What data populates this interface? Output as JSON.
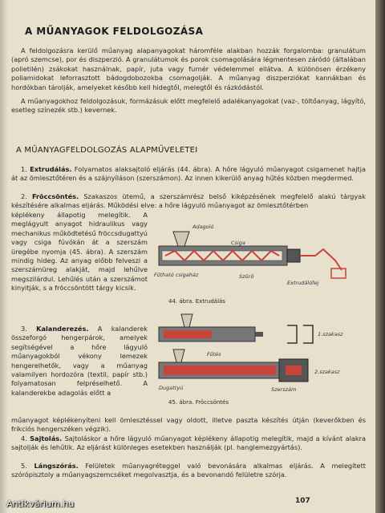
{
  "document": {
    "title": "A MŰANYAGOK FELDOLGOZÁSA",
    "intro_paragraph": "A feldolgozásra kerülő műanyag alapanyagokat háromféle alakban hozzák forgalomba: granulátum (apró szemcse), por és diszperzió. A granulátumok és porok csomagolására légmentesen záródó (általában polietilén) zsákokat használnak, papír, juta vagy furnér védelemmel ellátva. A különösen érzékeny poliamidokat leforrasztott bádogdobozokba csomagolják. A műanyag diszperziókat kannákban és hordókban tárolják, amelyeket később kell hidegtől, melegtől és rázkódástól.",
    "additives_paragraph": "A műanyagokhoz feldolgozásuk, formázásuk előtt megfelelő adalékanyagokat (vaz-, töltőanyag, lágyító, esetleg színezék stb.) kevernek.",
    "section_title": "A MŰANYAGFELDOLGOZÁS ALAPMŰVELETEI",
    "items": [
      {
        "number": "1.",
        "term": "Extrudálás.",
        "text": "Folyamatos alaksajtoló eljárás (44. ábra). A hőre lágyuló műanyagot csigamenet hajtja át az ömlesztőtéren és a szájnyíláson (szerszámon). Az innen kikerülő anyag hűtés közben megdermed."
      },
      {
        "number": "2.",
        "term": "Fröccsöntés.",
        "text_full_width": "Szakaszos ütemű, a szerszámrész belső kiképzésének megfelelő alakú tárgyak készítésére alkalmas eljárás. Működési elve: a hőre lágyuló műanyagot az ömlesztőtérben",
        "text_narrow": "képlékeny állapotig melegítik. A meglágyult anyagot hidraulikus vagy mechanikus működtetésű fröccsdugattyú vagy csiga fúvókán át a szerszám üregébe nyomja (45. ábra). A szerszám mindig hideg. Az anyag előbb felveszi a szerszámüreg alakját, majd lehűlve megszilárdul. Lehűlés után a szerszámot kinyitják, s a fröccsöntött tárgy kicsik."
      },
      {
        "number": "3.",
        "term": "Kalanderezés.",
        "text_narrow": "A kalanderek összeforgó hengerpárok, amelyek segítségével a hőre lágyuló műanyagokból vékony lemezek hengerelhetők, vagy a műanyag valamilyen hordozóra (textil, papír stb.) folyamatosan felpréselhető. A kalanderekbe adagolás előtt a",
        "text_full_width": "műanyagot képlékenyíteni kell ömlesztéssel vagy oldott, illetve paszta készítés útján (keverőkben és frikciós hengerszéken végzik)."
      },
      {
        "number": "4.",
        "term": "Sajtolás.",
        "text": "Sajtoláskor a hőre lágyuló műanyagot képlékeny állapotig melegítik, majd a kívánt alakra sajtolják és lehűtik. Az eljárást különleges esetekben használják (pl. hanglemezgyártás)."
      },
      {
        "number": "5.",
        "term": "Lángszórás.",
        "text": "Felületek műanyagréteggel való bevonására alkalmas eljárás. A melegített szórópisztoly a műanyagszemcséket megolvasztja, és a bevonandó felületre szórja."
      }
    ],
    "page_number": "107"
  },
  "figures": {
    "fig44": {
      "caption": "44. ábra. Extrudálás",
      "labels": {
        "hopper": "Adagoló",
        "heated_cylinder": "Fűtható csigaház",
        "screw": "Csiga",
        "die": "Extrudálófej",
        "nozzle": "Szűrő"
      }
    },
    "fig45": {
      "caption": "45. ábra. Fröccsöntés",
      "labels": {
        "stage1": "1.szakasz",
        "stage2": "2.szakasz",
        "plunger": "Dugattyú",
        "heating": "Fűtés",
        "mold": "Szerszám"
      }
    }
  },
  "watermark": "Antikvárium.hu",
  "colors": {
    "paper": "#e6e0cd",
    "accent_red": "#c8433a",
    "ink": "#2a2a2a"
  }
}
